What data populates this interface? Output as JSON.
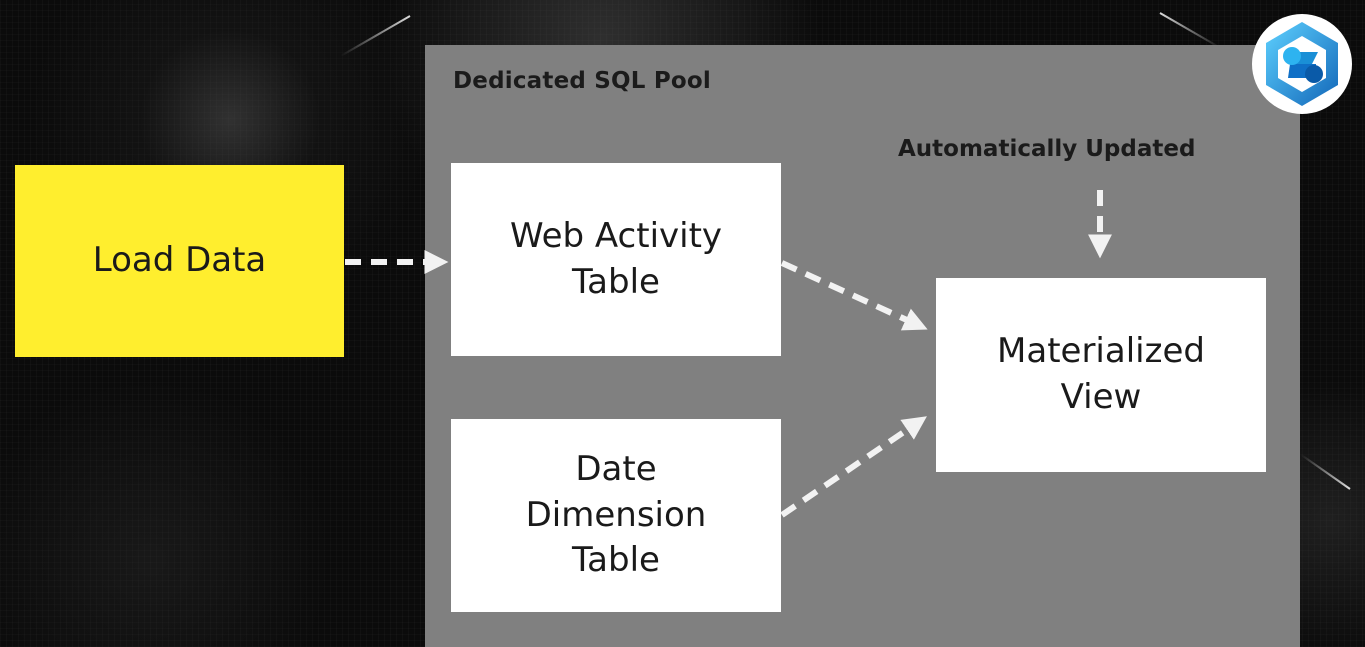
{
  "diagram": {
    "pool_title": "Dedicated SQL Pool",
    "load_data": "Load Data",
    "web_activity_table": "Web Activity\nTable",
    "date_dimension_table": "Date\nDimension\nTable",
    "materialized_view": "Materialized\nView",
    "auto_update_label": "Automatically Updated"
  },
  "colors": {
    "background": "#0b0b0b",
    "pool": "#808080",
    "load_box": "#ffee2e",
    "table_box": "#ffffff",
    "arrow": "#f2f2f2",
    "logo_blue": "#1a8fd6"
  },
  "icons": {
    "logo": "azure-synapse-analytics-icon"
  }
}
